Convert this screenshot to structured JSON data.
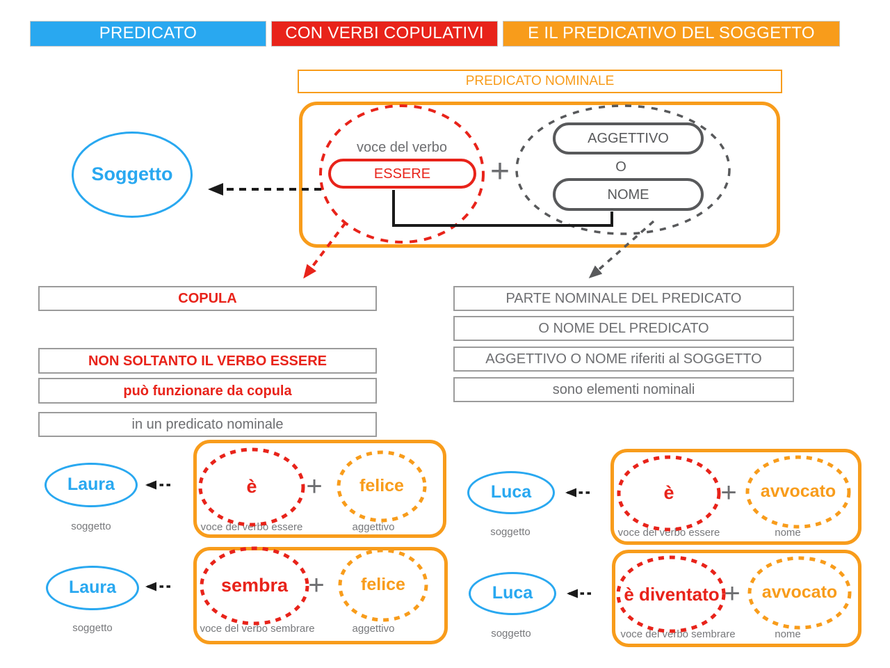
{
  "header": {
    "predicato": "PREDICATO",
    "con_verbi": "CON VERBI COPULATIVI",
    "predicativo": "E IL PREDICATIVO DEL SOGGETTO"
  },
  "main": {
    "title": "PREDICATO NOMINALE",
    "subject": "Soggetto",
    "voce_del_verbo": "voce del verbo",
    "essere": "ESSERE",
    "plus": "+",
    "aggettivo": "AGGETTIVO",
    "o": "O",
    "nome": "NOME"
  },
  "left_notes": {
    "copula": "COPULA",
    "line1": "NON SOLTANTO IL VERBO ESSERE",
    "line2": "può funzionare da copula",
    "line3": "in un predicato nominale"
  },
  "right_notes": {
    "line1": "PARTE NOMINALE DEL PREDICATO",
    "line2": "O NOME DEL PREDICATO",
    "line3": "AGGETTIVO O NOME riferiti al SOGGETTO",
    "line4": "sono elementi nominali"
  },
  "examples": [
    {
      "subject": "Laura",
      "subject_label": "soggetto",
      "verb": "è",
      "verb_label": "voce del verbo essere",
      "plus": "+",
      "complement": "felice",
      "complement_label": "aggettivo"
    },
    {
      "subject": "Luca",
      "subject_label": "soggetto",
      "verb": "è",
      "verb_label": "voce del verbo essere",
      "plus": "+",
      "complement": "avvocato",
      "complement_label": "nome"
    },
    {
      "subject": "Laura",
      "subject_label": "soggetto",
      "verb": "sembra",
      "verb_label": "voce del verbo sembrare",
      "plus": "+",
      "complement": "felice",
      "complement_label": "aggettivo"
    },
    {
      "subject": "Luca",
      "subject_label": "soggetto",
      "verb": "è diventato",
      "verb_label": "voce del verbo sembrare",
      "plus": "+",
      "complement": "avvocato",
      "complement_label": "nome"
    }
  ],
  "colors": {
    "blue": "#29A8F0",
    "red": "#E8231A",
    "orange": "#F89C1B",
    "note_gray": "#6D6E71",
    "label_gray": "#77787B",
    "dark_gray": "#58595B",
    "border_gray": "#9B9B9B",
    "black": "#1A1A1A"
  }
}
